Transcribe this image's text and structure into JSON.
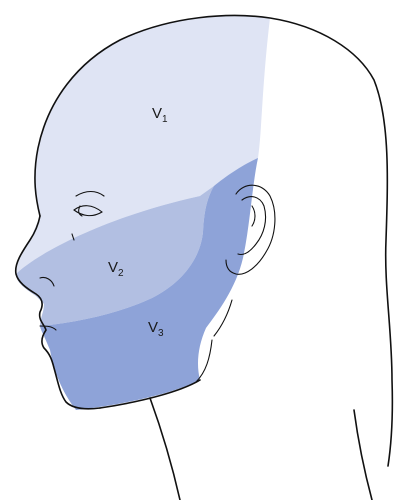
{
  "diagram": {
    "regions": [
      {
        "letter": "V",
        "sub": "1",
        "color": "#dfe4f4"
      },
      {
        "letter": "V",
        "sub": "2",
        "color": "#b2bfe2"
      },
      {
        "letter": "V",
        "sub": "3",
        "color": "#8ea3d8"
      }
    ]
  }
}
